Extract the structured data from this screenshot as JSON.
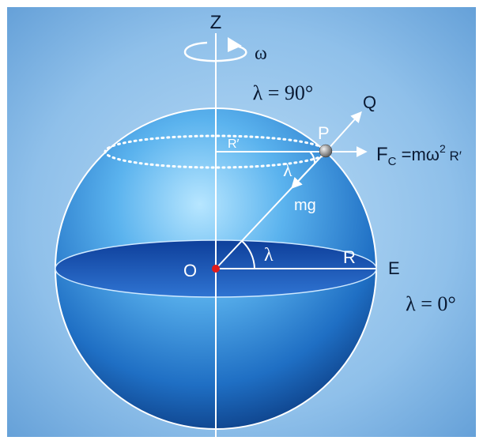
{
  "figure": {
    "labels": {
      "z_axis": "Z",
      "omega": "ω",
      "north_pole_latitude": "λ = 90°",
      "q_direction": "Q",
      "point_p": "P",
      "centrifugal_force_main": "F",
      "centrifugal_force_sub": "C",
      "centrifugal_force_rest": " =mω",
      "centrifugal_force_exp": "2",
      "centrifugal_force_radius": " R′",
      "small_radius": "R′",
      "lambda_at_p": "λ",
      "gravity": "mg",
      "origin": "O",
      "lambda_center": "λ",
      "earth_radius": "R",
      "east": "E",
      "equator_latitude": "λ = 0°"
    },
    "colors": {
      "background_light": "#a9d0ef",
      "background_mid": "#6ea8dc",
      "sphere_light": "#9fdcff",
      "sphere_mid": "#2b86d6",
      "sphere_dark": "#0b3f86",
      "equator_plane": "#1a4fb0",
      "center_dot": "#e01b1b",
      "arrows": "#ffffff"
    }
  }
}
